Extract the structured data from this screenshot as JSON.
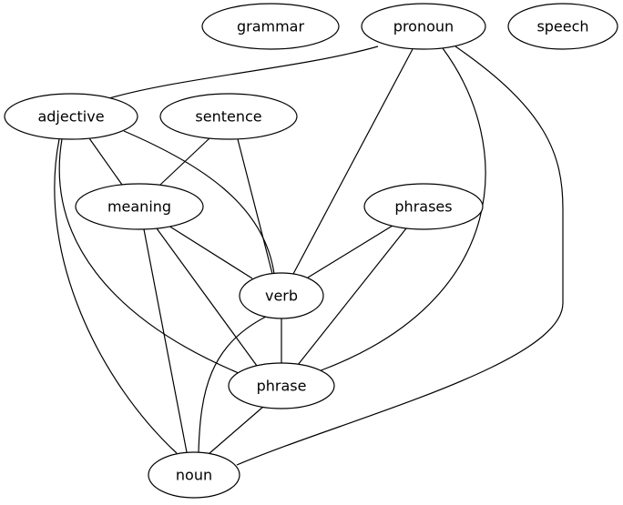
{
  "nodes": [
    {
      "id": "grammar",
      "label": "grammar"
    },
    {
      "id": "pronoun",
      "label": "pronoun"
    },
    {
      "id": "speech",
      "label": "speech"
    },
    {
      "id": "adjective",
      "label": "adjective"
    },
    {
      "id": "sentence",
      "label": "sentence"
    },
    {
      "id": "meaning",
      "label": "meaning"
    },
    {
      "id": "phrases",
      "label": "phrases"
    },
    {
      "id": "verb",
      "label": "verb"
    },
    {
      "id": "phrase",
      "label": "phrase"
    },
    {
      "id": "noun",
      "label": "noun"
    }
  ],
  "edges": [
    {
      "from": "pronoun",
      "to": "adjective"
    },
    {
      "from": "pronoun",
      "to": "verb"
    },
    {
      "from": "pronoun",
      "to": "phrase"
    },
    {
      "from": "pronoun",
      "to": "noun"
    },
    {
      "from": "adjective",
      "to": "meaning"
    },
    {
      "from": "adjective",
      "to": "verb"
    },
    {
      "from": "adjective",
      "to": "phrase"
    },
    {
      "from": "adjective",
      "to": "noun"
    },
    {
      "from": "sentence",
      "to": "meaning"
    },
    {
      "from": "sentence",
      "to": "verb"
    },
    {
      "from": "meaning",
      "to": "verb"
    },
    {
      "from": "meaning",
      "to": "phrase"
    },
    {
      "from": "meaning",
      "to": "noun"
    },
    {
      "from": "phrases",
      "to": "verb"
    },
    {
      "from": "phrases",
      "to": "phrase"
    },
    {
      "from": "verb",
      "to": "phrase"
    },
    {
      "from": "verb",
      "to": "noun"
    },
    {
      "from": "phrase",
      "to": "noun"
    }
  ]
}
